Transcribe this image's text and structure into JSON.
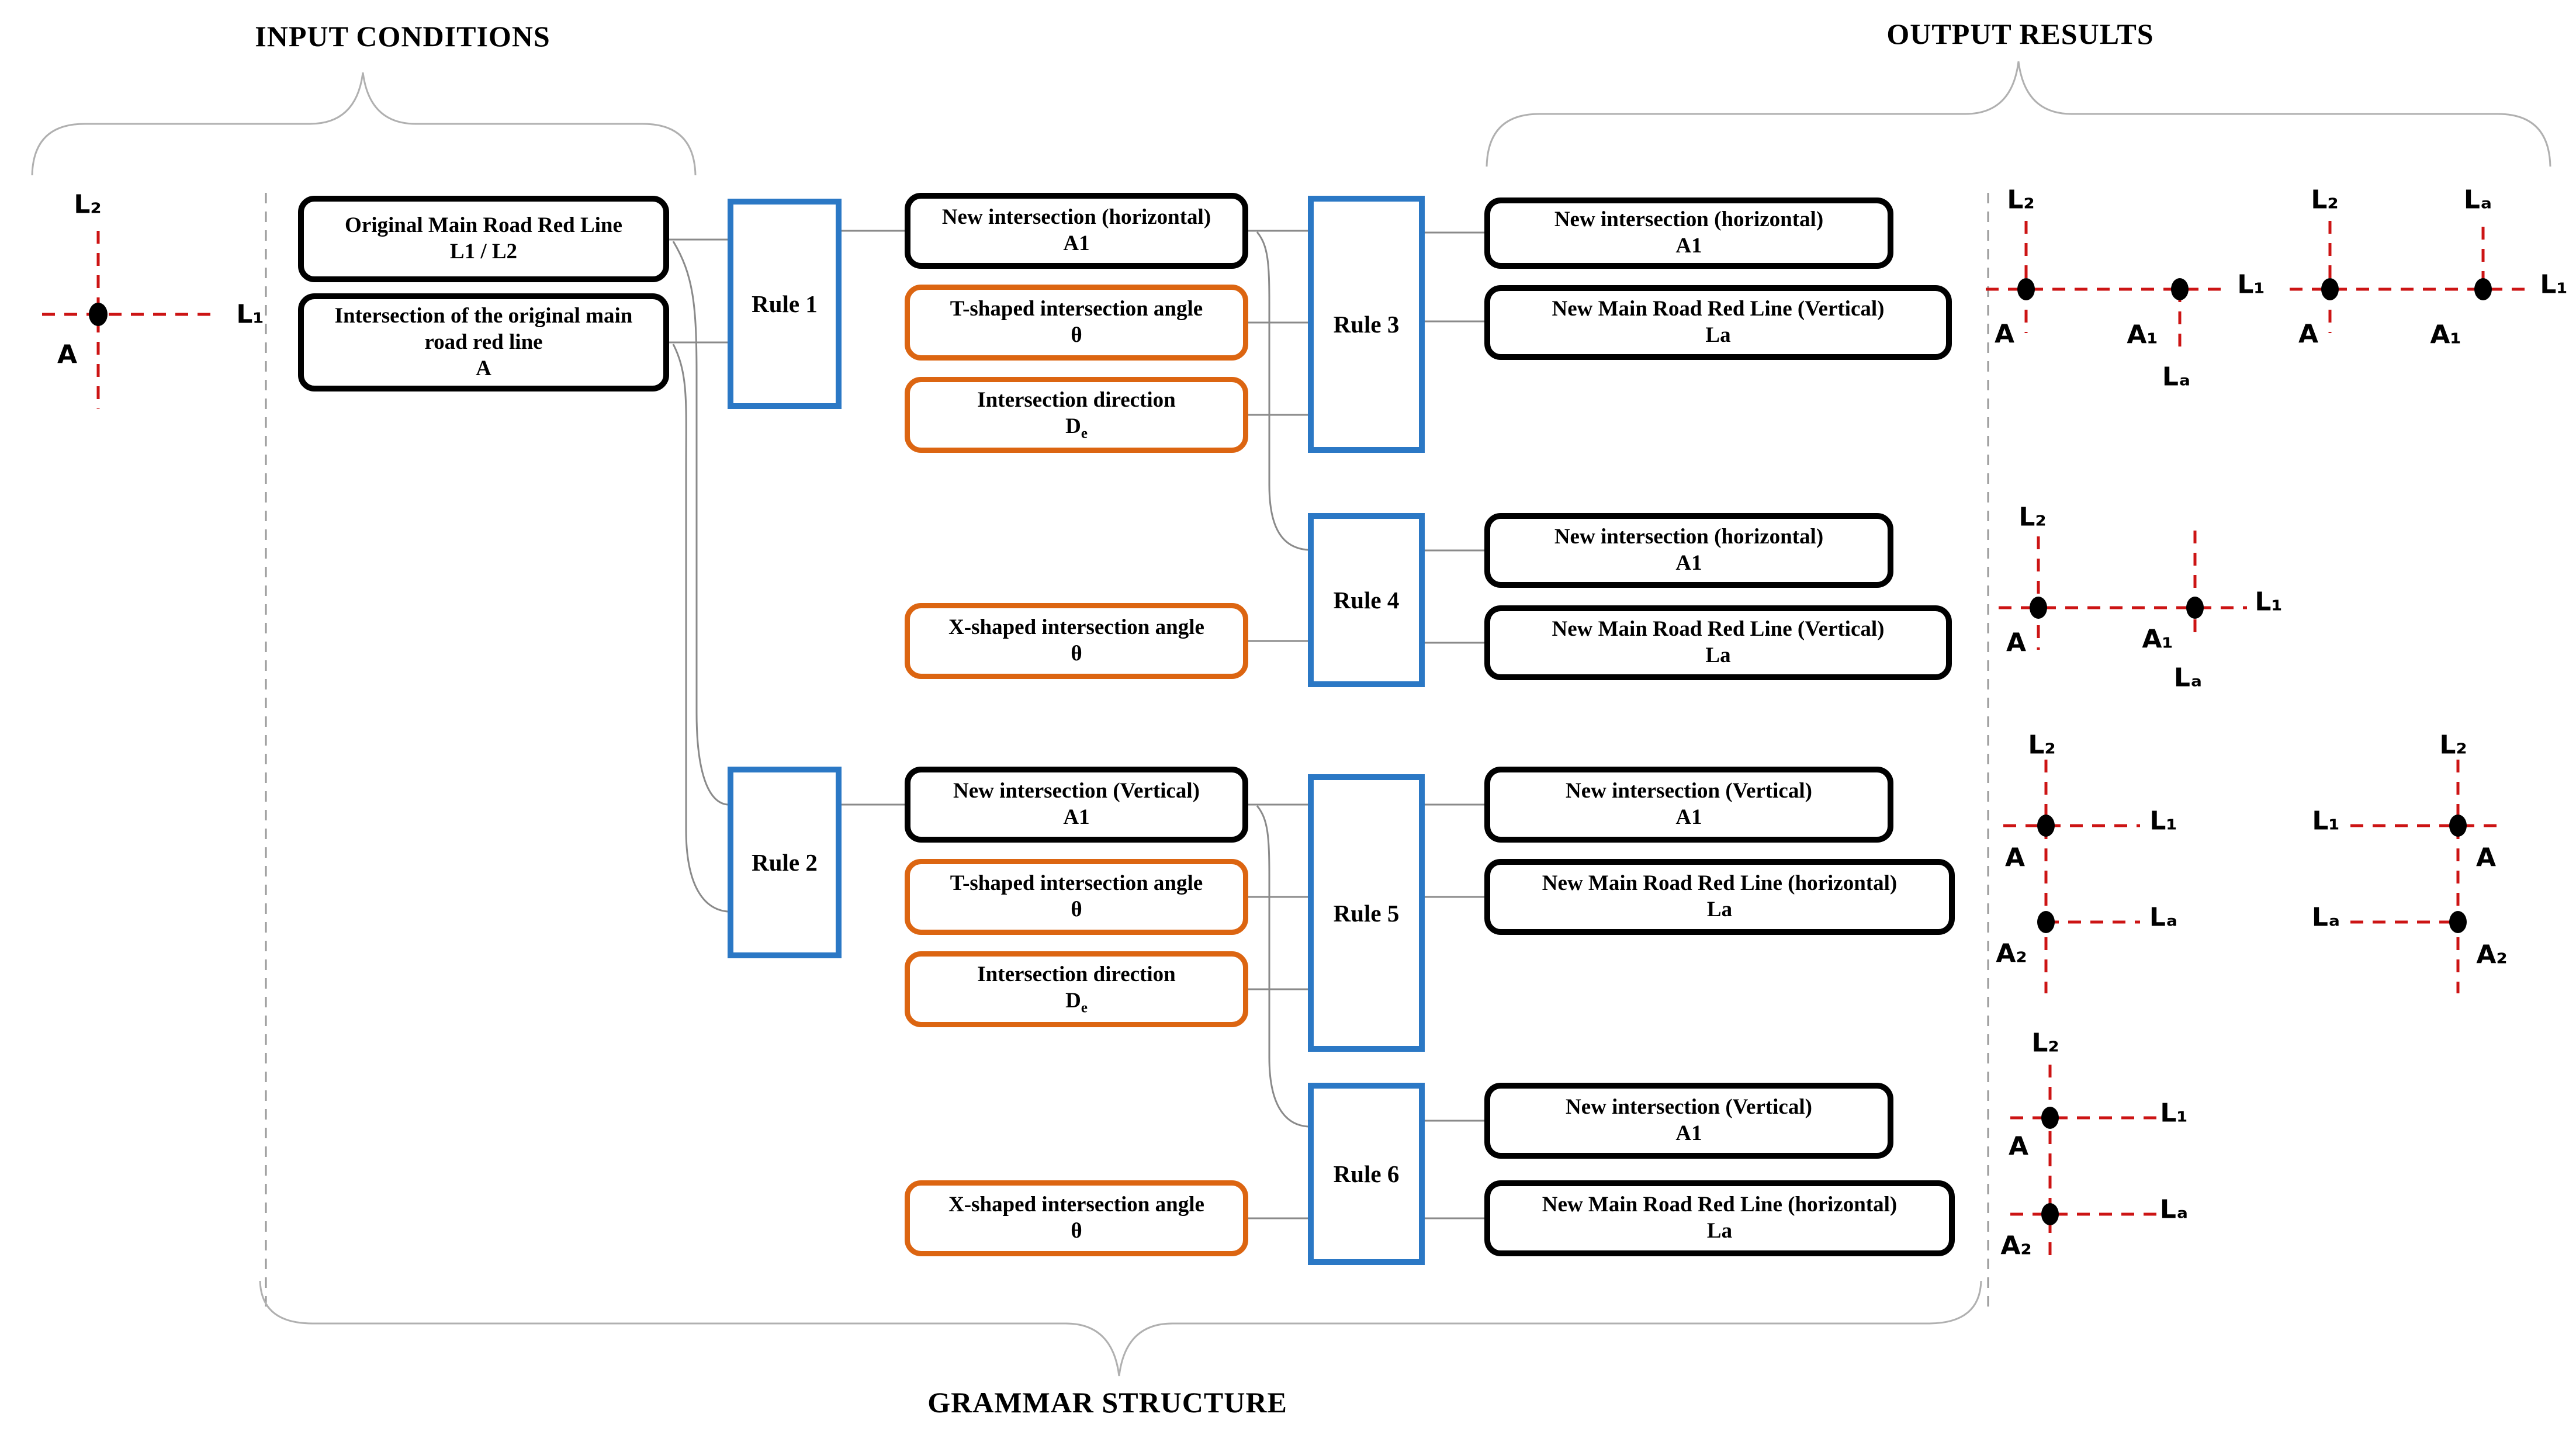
{
  "titles": {
    "input": "INPUT CONDITIONS",
    "output": "OUTPUT RESULTS",
    "grammar": "GRAMMAR STRUCTURE"
  },
  "colors": {
    "rule_border": "#2b78c5",
    "param_border": "#dc6511",
    "io_border": "#000000",
    "road_red": "#cc1414",
    "connector_gray": "#8a8a8a",
    "brace_gray": "#b0b0b0"
  },
  "input_boxes": {
    "red_line": {
      "label": "Original Main Road Red Line",
      "sublabel": "L1 / L2"
    },
    "intersection": {
      "label": "Intersection of the original main road red line",
      "sublabel": "A"
    }
  },
  "rules": {
    "rule1": "Rule 1",
    "rule2": "Rule 2",
    "rule3": "Rule 3",
    "rule4": "Rule 4",
    "rule5": "Rule 5",
    "rule6": "Rule 6"
  },
  "params": {
    "r1_new_intersection": {
      "label": "New intersection (horizontal)",
      "sublabel": "A1"
    },
    "r1_t_angle": {
      "label": "T-shaped intersection angle",
      "sublabel": "θ"
    },
    "r1_direction": {
      "label": "Intersection direction",
      "sublabel": "D",
      "sublabel_sub": "e"
    },
    "r4_x_angle": {
      "label": "X-shaped intersection angle",
      "sublabel": "θ"
    },
    "r2_new_intersection": {
      "label": "New intersection (Vertical)",
      "sublabel": "A1"
    },
    "r2_t_angle": {
      "label": "T-shaped intersection angle",
      "sublabel": "θ"
    },
    "r2_direction": {
      "label": "Intersection direction",
      "sublabel": "D",
      "sublabel_sub": "e"
    },
    "r6_x_angle": {
      "label": "X-shaped intersection angle",
      "sublabel": "θ"
    }
  },
  "outputs": {
    "r3_a1": {
      "label": "New intersection (horizontal)",
      "sublabel": "A1"
    },
    "r3_la": {
      "label": "New Main Road Red Line (Vertical)",
      "sublabel": "La"
    },
    "r4_a1": {
      "label": "New intersection (horizontal)",
      "sublabel": "A1"
    },
    "r4_la": {
      "label": "New Main Road Red Line (Vertical)",
      "sublabel": "La"
    },
    "r5_a1": {
      "label": "New intersection (Vertical)",
      "sublabel": "A1"
    },
    "r5_la": {
      "label": "New Main Road Red Line (horizontal)",
      "sublabel": "La"
    },
    "r6_a1": {
      "label": "New intersection (Vertical)",
      "sublabel": "A1"
    },
    "r6_la": {
      "label": "New Main Road Red Line (horizontal)",
      "sublabel": "La"
    }
  },
  "diagram_labels": {
    "l1": "L₁",
    "l2": "L₂",
    "la": "Lₐ",
    "a": "A",
    "a1": "A₁",
    "a2": "A₂"
  }
}
